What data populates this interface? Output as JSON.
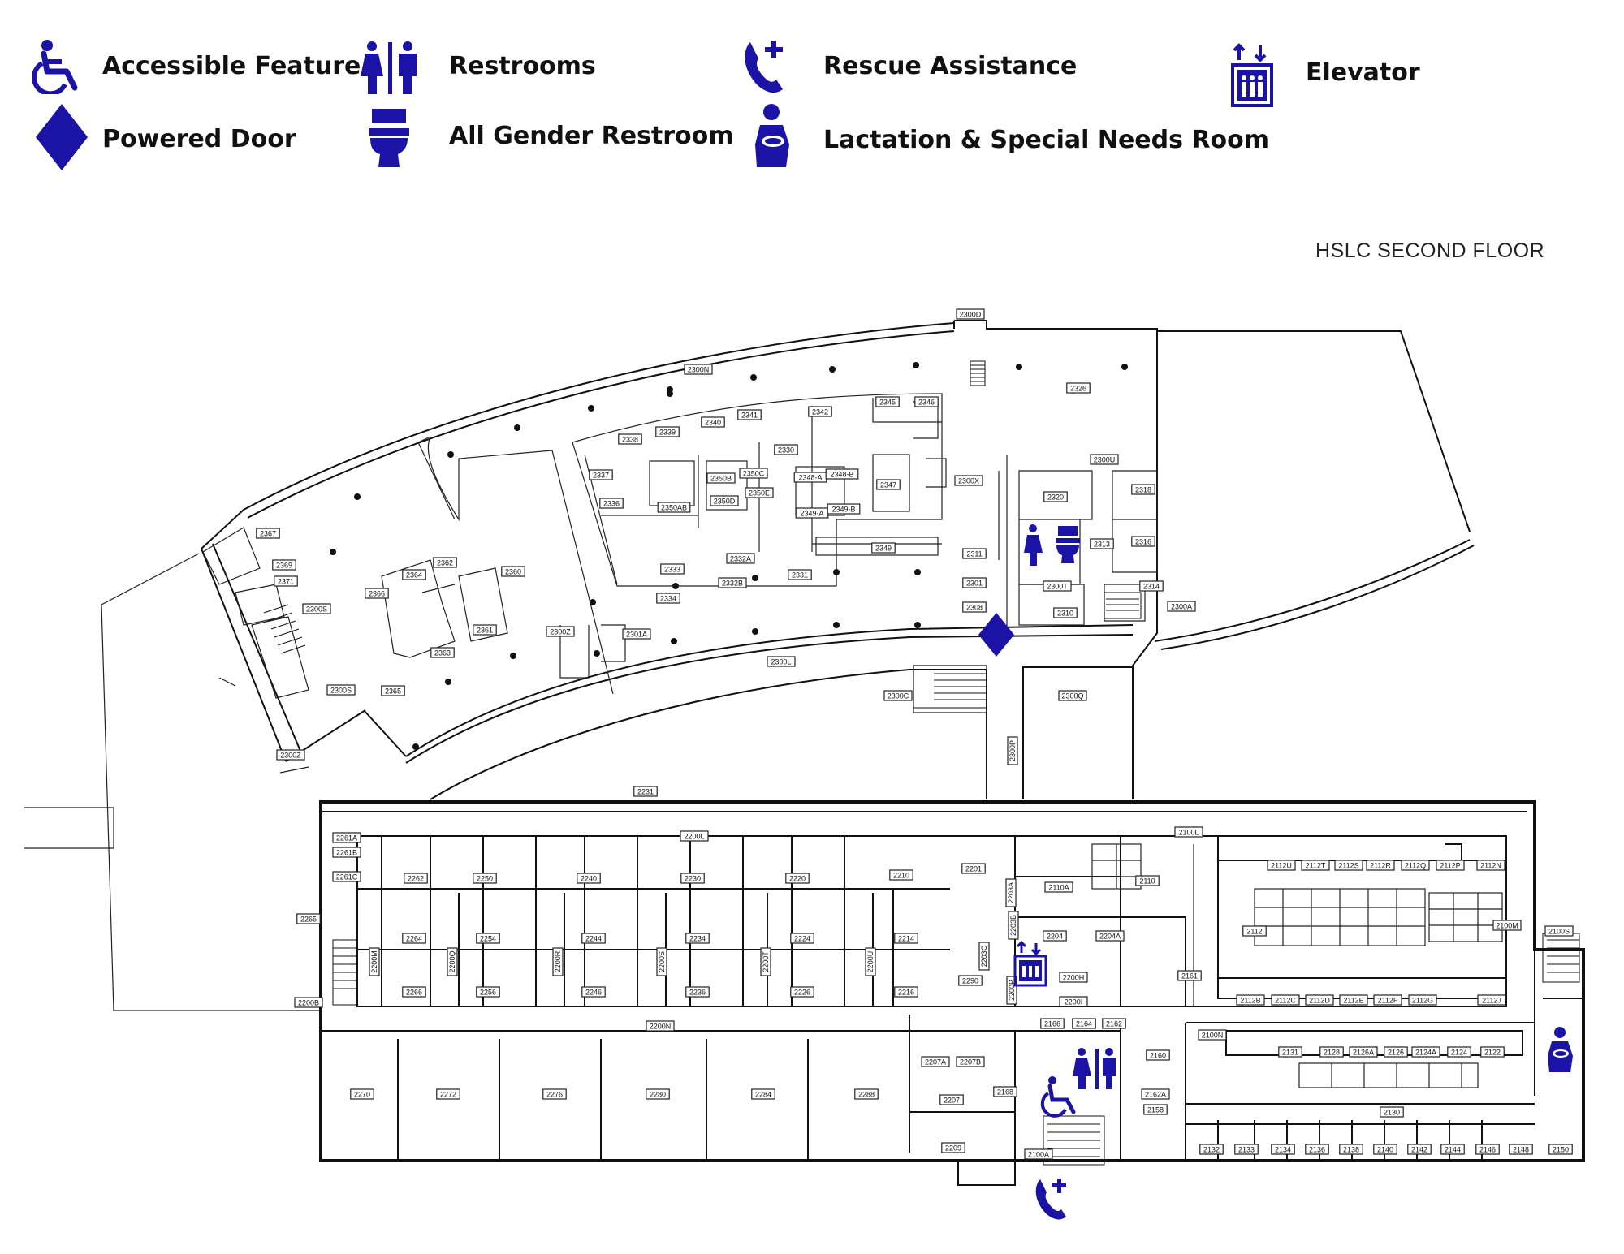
{
  "legend": {
    "accessible_feature": "Accessible Feature",
    "restrooms": "Restrooms",
    "rescue_assistance": "Rescue Assistance",
    "elevator": "Elevator",
    "powered_door": "Powered Door",
    "all_gender_restroom": "All Gender Restroom",
    "lactation_room": "Lactation & Special Needs Room"
  },
  "floor_title": "HSLC SECOND FLOOR",
  "colors": {
    "icon": "#1a13a6",
    "lines": "#111111",
    "background": "#ffffff"
  },
  "icons": [
    "wheelchair-icon",
    "restroom-icon",
    "rescue-phone-icon",
    "elevator-icon",
    "diamond-door-icon",
    "toilet-icon",
    "lactation-icon"
  ],
  "rooms": {
    "r2300D": "2300D",
    "r2300N": "2300N",
    "r2326": "2326",
    "r2345": "2345",
    "r2346": "2346",
    "r2342": "2342",
    "r2341": "2341",
    "r2340": "2340",
    "r2339": "2339",
    "r2338": "2338",
    "r2330": "2330",
    "r2337": "2337",
    "r2336": "2336",
    "r2350AB": "2350AB",
    "r2350B": "2350B",
    "r2350C": "2350C",
    "r2350D": "2350D",
    "r2350E": "2350E",
    "r2348A": "2348-A",
    "r2348B": "2348-B",
    "r2349A": "2349-A",
    "r2349B": "2349-B",
    "r2347": "2347",
    "r2300X": "2300X",
    "r2300U": "2300U",
    "r2320": "2320",
    "r2318": "2318",
    "r2316": "2316",
    "r2313": "2313",
    "r2311": "2311",
    "r2301": "2301",
    "r2308": "2308",
    "r2300T": "2300T",
    "r2310": "2310",
    "r2314": "2314",
    "r2300A": "2300A",
    "r2349": "2349",
    "r2333": "2333",
    "r2332A": "2332A",
    "r2332B": "2332B",
    "r2331": "2331",
    "r2334": "2334",
    "r2367": "2367",
    "r2369": "2369",
    "r2371": "2371",
    "r2300S": "2300S",
    "r2364": "2364",
    "r2362": "2362",
    "r2360": "2360",
    "r2366": "2366",
    "r2361": "2361",
    "r2363": "2363",
    "r2365": "2365",
    "r2300Z": "2300Z",
    "r2301A": "2301A",
    "r2300L": "2300L",
    "r2300C": "2300C",
    "r2300Q": "2300Q",
    "r2300P": "2300P",
    "r2300Zb": "2300Z",
    "r2300Sb": "2300S",
    "r2231": "2231",
    "r2200L": "2200L",
    "r2100L": "2100L",
    "r2261A": "2261A",
    "r2261B": "2261B",
    "r2261C": "2261C",
    "r2262": "2262",
    "r2250": "2250",
    "r2240": "2240",
    "r2230": "2230",
    "r2220": "2220",
    "r2210": "2210",
    "r2201": "2201",
    "r2203A": "2203A",
    "r2110A": "2110A",
    "r2110": "2110",
    "r2112U": "2112U",
    "r2112T": "2112T",
    "r2112S": "2112S",
    "r2112R": "2112R",
    "r2112Q": "2112Q",
    "r2112P": "2112P",
    "r2112N": "2112N",
    "r2265": "2265",
    "r2264": "2264",
    "r2254": "2254",
    "r2244": "2244",
    "r2234": "2234",
    "r2224": "2224",
    "r2214": "2214",
    "r2266": "2266",
    "r2256": "2256",
    "r2246": "2246",
    "r2236": "2236",
    "r2226": "2226",
    "r2216": "2216",
    "r2200M": "2200M",
    "r2200Q": "2200Q",
    "r2200R": "2200R",
    "r2200S": "2200S",
    "r2200T": "2200T",
    "r2200U": "2200U",
    "r2200B": "2200B",
    "r2204": "2204",
    "r2204A": "2204A",
    "r2203B": "2203B",
    "r2203C": "2203C",
    "r2200P": "2200P",
    "r2200H": "2200H",
    "r2200I": "2200I",
    "r2161": "2161",
    "r2112": "2112",
    "r2100M": "2100M",
    "r2100S": "2100S",
    "r2112B": "2112B",
    "r2112C": "2112C",
    "r2112D": "2112D",
    "r2112E": "2112E",
    "r2112F": "2112F",
    "r2112G": "2112G",
    "r2112J": "2112J",
    "r2200N": "2200N",
    "r2166": "2166",
    "r2164": "2164",
    "r2162": "2162",
    "r2100N": "2100N",
    "r2131": "2131",
    "r2128": "2128",
    "r2126A": "2126A",
    "r2126": "2126",
    "r2124A": "2124A",
    "r2124": "2124",
    "r2122": "2122",
    "r2270": "2270",
    "r2272": "2272",
    "r2276": "2276",
    "r2280": "2280",
    "r2284": "2284",
    "r2288": "2288",
    "r2207A": "2207A",
    "r2207B": "2207B",
    "r2207": "2207",
    "r2168": "2168",
    "r2209": "2209",
    "r2100A": "2100A",
    "r2160": "2160",
    "r2162A": "2162A",
    "r2158": "2158",
    "r2130": "2130",
    "r2132": "2132",
    "r2133": "2133",
    "r2134": "2134",
    "r2136": "2136",
    "r2138": "2138",
    "r2140": "2140",
    "r2142": "2142",
    "r2144": "2144",
    "r2146": "2146",
    "r2148": "2148",
    "r2150": "2150",
    "r2290": "2290"
  }
}
